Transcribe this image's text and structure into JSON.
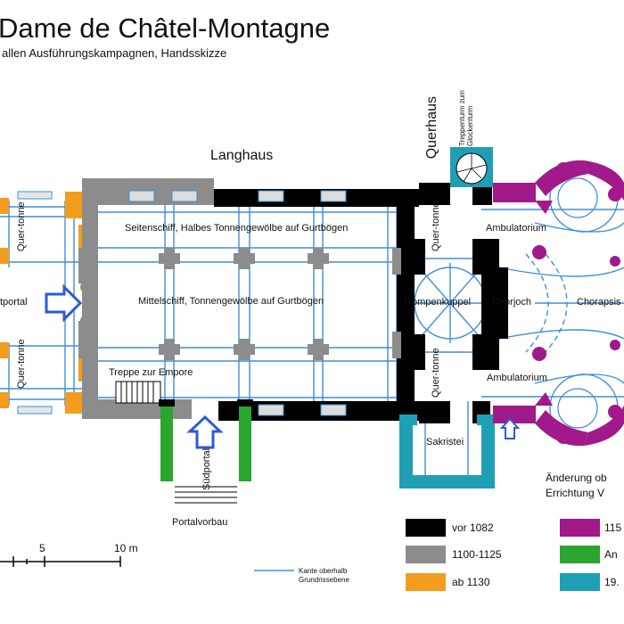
{
  "title": "Dame de Châtel-Montagne",
  "subtitle": "allen Ausführungskampagnen, Handsskizze",
  "labels": {
    "langhaus": "Langhaus",
    "querhaus": "Querhaus",
    "treppenturm": "Treppenturm zum Glockenturm",
    "seitenschiff": "Seitenschiff, Halbes Tonnengewölbe auf Gurtbögen",
    "mittelschiff": "Mittelschiff, Tonnengewölbe auf Gurtbögen",
    "treppe": "Treppe zur Empore",
    "quertonne": "Quer-tonne",
    "westportal": "tportal",
    "trompenkuppel": "Trompenkuppel",
    "chorjoch": "Chorjoch",
    "chorapsis": "Chorapsis",
    "ambulatorium": "Ambulatorium",
    "sakristei": "Sakristei",
    "suedportal": "Südportal",
    "portalvorbau": "Portalvorbau",
    "kante": "Kante oberhalb Grundrissebene"
  },
  "scale": {
    "ticks": [
      "5",
      "10 m"
    ]
  },
  "legend": {
    "heading": "Änderung ob Errichtung V",
    "items": [
      {
        "label": "vor 1082",
        "color": "#000000"
      },
      {
        "label": "1100-1125",
        "color": "#8c8c8c"
      },
      {
        "label": "ab 1130",
        "color": "#f39c1e"
      },
      {
        "label": "115",
        "color": "#a1198b"
      },
      {
        "label": "An",
        "color": "#2aa52e"
      },
      {
        "label": "19.",
        "color": "#1f9fb4"
      }
    ]
  },
  "colors": {
    "vault_lines": "#3d8fd6",
    "arrow": "#2c5bd3",
    "grey": "#8c8c8c",
    "black": "#000000",
    "orange": "#f39c1e",
    "purple": "#a1198b",
    "green": "#2aa52e",
    "teal": "#1f9fb4"
  }
}
